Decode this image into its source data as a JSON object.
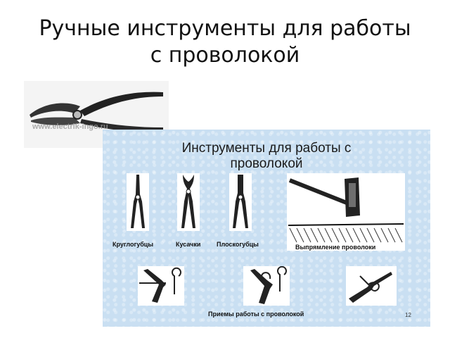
{
  "slide": {
    "title_line1": "Ручные инструменты для работы",
    "title_line2": "с проволокой"
  },
  "photo": {
    "watermark": "www.electrik-ingo.ru"
  },
  "panel": {
    "title_line1": "Инструменты для работы с",
    "title_line2": "проволокой",
    "tools": [
      {
        "label": "Круглогубцы"
      },
      {
        "label": "Кусачки"
      },
      {
        "label": "Плоскогубцы"
      }
    ],
    "straightening_label": "Выпрямление проволоки",
    "techniques_caption": "Приемы работы с проволокой",
    "page_number": "12"
  }
}
